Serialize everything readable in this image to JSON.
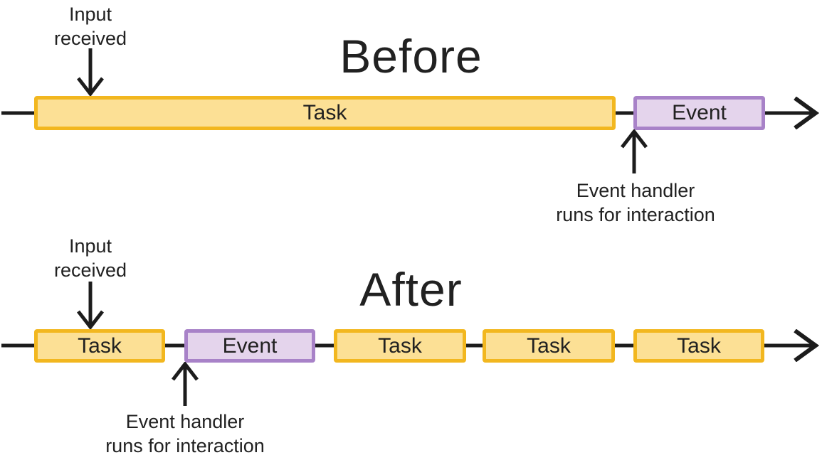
{
  "diagram": {
    "before": {
      "title": "Before",
      "input_label": "Input\nreceived",
      "handler_label": "Event handler\nruns for interaction",
      "blocks": [
        {
          "label": "Task",
          "type": "task"
        },
        {
          "label": "Event",
          "type": "event"
        }
      ]
    },
    "after": {
      "title": "After",
      "input_label": "Input\nreceived",
      "handler_label": "Event handler\nruns for interaction",
      "blocks": [
        {
          "label": "Task",
          "type": "task"
        },
        {
          "label": "Event",
          "type": "event"
        },
        {
          "label": "Task",
          "type": "task"
        },
        {
          "label": "Task",
          "type": "task"
        },
        {
          "label": "Task",
          "type": "task"
        }
      ]
    },
    "colors": {
      "task_fill": "#FCE095",
      "task_border": "#F2B71F",
      "event_fill": "#E4D4EC",
      "event_border": "#A882C8",
      "line": "#1C1C1C",
      "text": "#212121"
    }
  }
}
